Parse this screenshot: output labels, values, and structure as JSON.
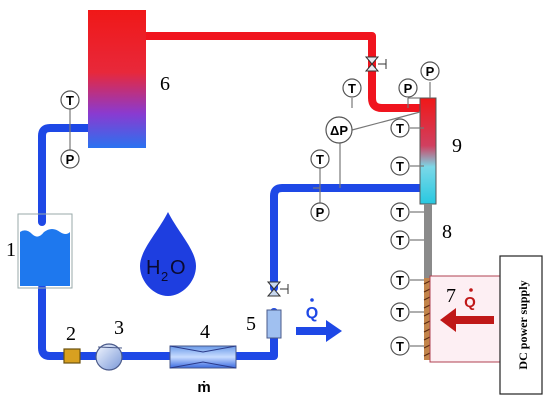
{
  "components": {
    "label_1": "1",
    "label_2": "2",
    "label_3": "3",
    "label_4": "4",
    "label_5": "5",
    "label_6": "6",
    "label_7": "7",
    "label_8": "8",
    "label_9": "9"
  },
  "instruments": {
    "temperature": "T",
    "pressure": "P",
    "delta_p": "ΔP"
  },
  "fluid": {
    "h": "H",
    "sub2": "2",
    "o": "O"
  },
  "symbols": {
    "q_dot": "Q",
    "m_dot": "ṁ"
  },
  "power_supply": "DC power supply",
  "colors": {
    "hot": "#f0141e",
    "cold": "#1e48e6",
    "heater_arrow": "#c01818"
  }
}
